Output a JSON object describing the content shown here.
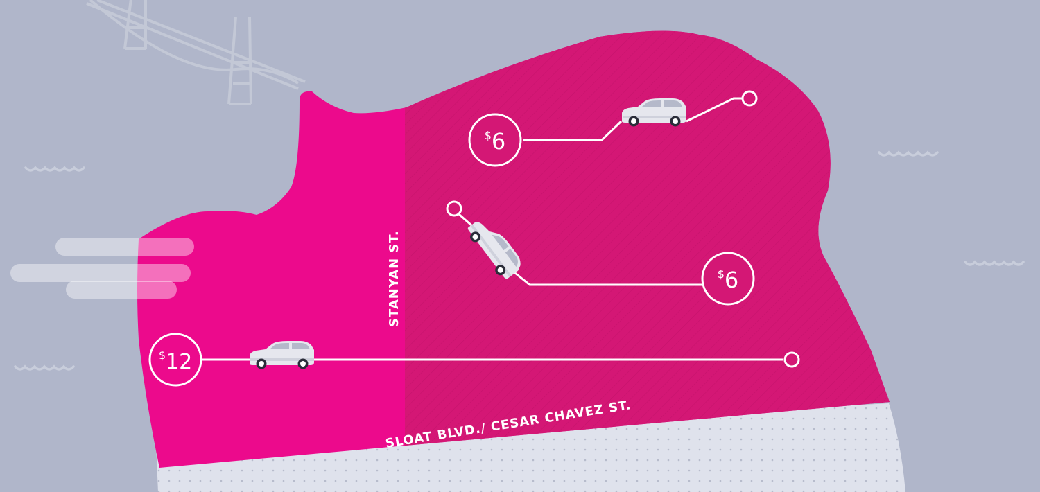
{
  "streets": {
    "stanyan": "STANYAN ST.",
    "sloat": "SLOAT BLVD./ CESAR CHAVEZ ST."
  },
  "routes": [
    {
      "currency": "$",
      "amount": "6"
    },
    {
      "currency": "$",
      "amount": "6"
    },
    {
      "currency": "$",
      "amount": "12"
    }
  ],
  "colors": {
    "background": "#b0b6ca",
    "zone_west": "#ec0a8c",
    "zone_east": "#d41775",
    "south_area": "#dfe2ec",
    "route_line": "#ffffff",
    "car": "#e6e7ee"
  },
  "icons": [
    "bridge-icon",
    "wave-icon",
    "wind-icon",
    "car-icon"
  ]
}
